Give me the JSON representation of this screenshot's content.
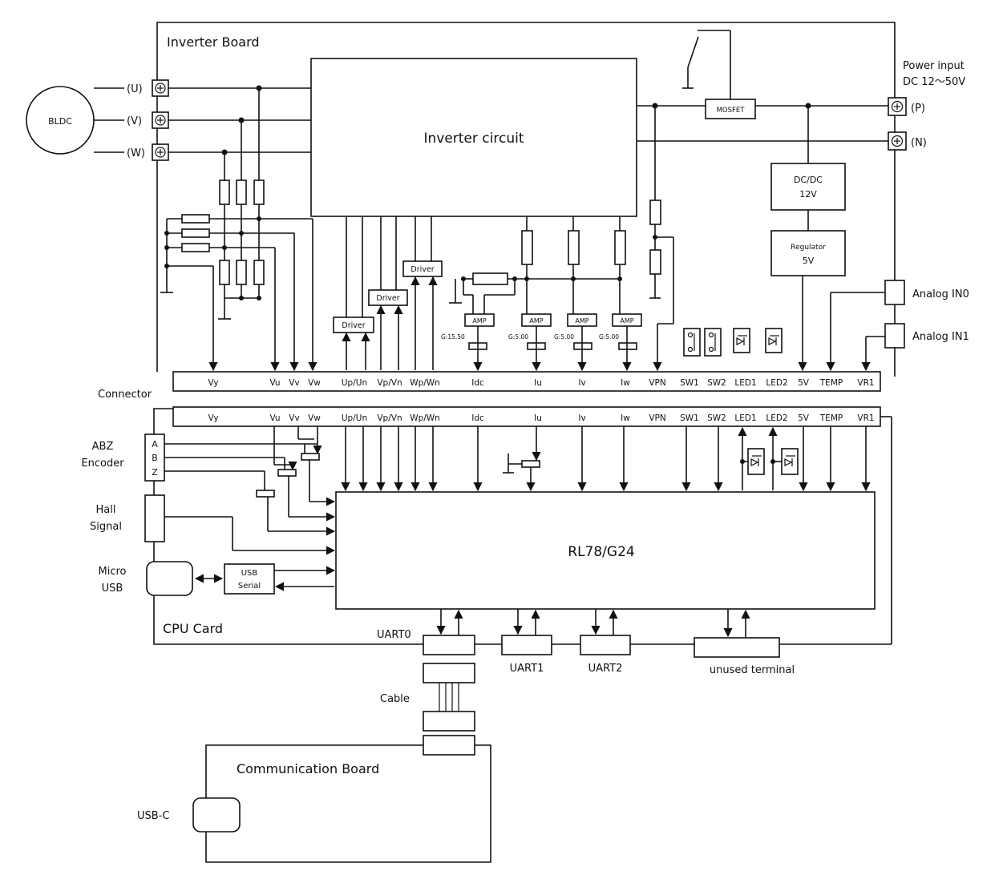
{
  "inverter_board": {
    "title": "Inverter Board",
    "inverter_circuit": "Inverter circuit",
    "mosfet": "MOSFET",
    "dcdc": [
      "DC/DC",
      "12V"
    ],
    "regulator": [
      "Regulator",
      "5V"
    ],
    "driver": "Driver",
    "amp": "AMP",
    "power_input": [
      "Power input",
      "DC 12〜50V"
    ],
    "terminal_p": "(P)",
    "terminal_n": "(N)",
    "analog_in0": "Analog IN0",
    "analog_in1": "Analog IN1",
    "motor": "BLDC",
    "phase_u": "(U)",
    "phase_v": "(V)",
    "phase_w": "(W)",
    "gains": [
      "G:15.50",
      "G:5.00",
      "G:5.00",
      "G:5.00"
    ]
  },
  "connector_label": "Connector",
  "connector_pins_top": [
    "Vy",
    "Vu",
    "Vv",
    "Vw",
    "Up/Un",
    "Vp/Vn",
    "Wp/Wn",
    "Idc",
    "Iu",
    "Iv",
    "Iw",
    "VPN",
    "SW1",
    "SW2",
    "LED1",
    "LED2",
    "5V",
    "TEMP",
    "VR1"
  ],
  "connector_pins_bottom": [
    "Vy",
    "Vu",
    "Vv",
    "Vw",
    "Up/Un",
    "Vp/Vn",
    "Wp/Wn",
    "Idc",
    "Iu",
    "Iv",
    "Iw",
    "VPN",
    "SW1",
    "SW2",
    "LED1",
    "LED2",
    "5V",
    "TEMP",
    "VR1"
  ],
  "cpu_card": {
    "title": "CPU Card",
    "mcu": "RL78/G24",
    "abz_encoder": [
      "ABZ",
      "Encoder"
    ],
    "abz_pins": [
      "A",
      "B",
      "Z"
    ],
    "hall_signal": [
      "Hall",
      "Signal"
    ],
    "micro_usb": [
      "Micro",
      "USB"
    ],
    "usb_serial": [
      "USB",
      "Serial"
    ],
    "uart0": "UART0",
    "uart1": "UART1",
    "uart2": "UART2",
    "unused_terminal": "unused terminal"
  },
  "cable": "Cable",
  "communication_board": {
    "title": "Communication Board",
    "usb_c": "USB-C"
  }
}
